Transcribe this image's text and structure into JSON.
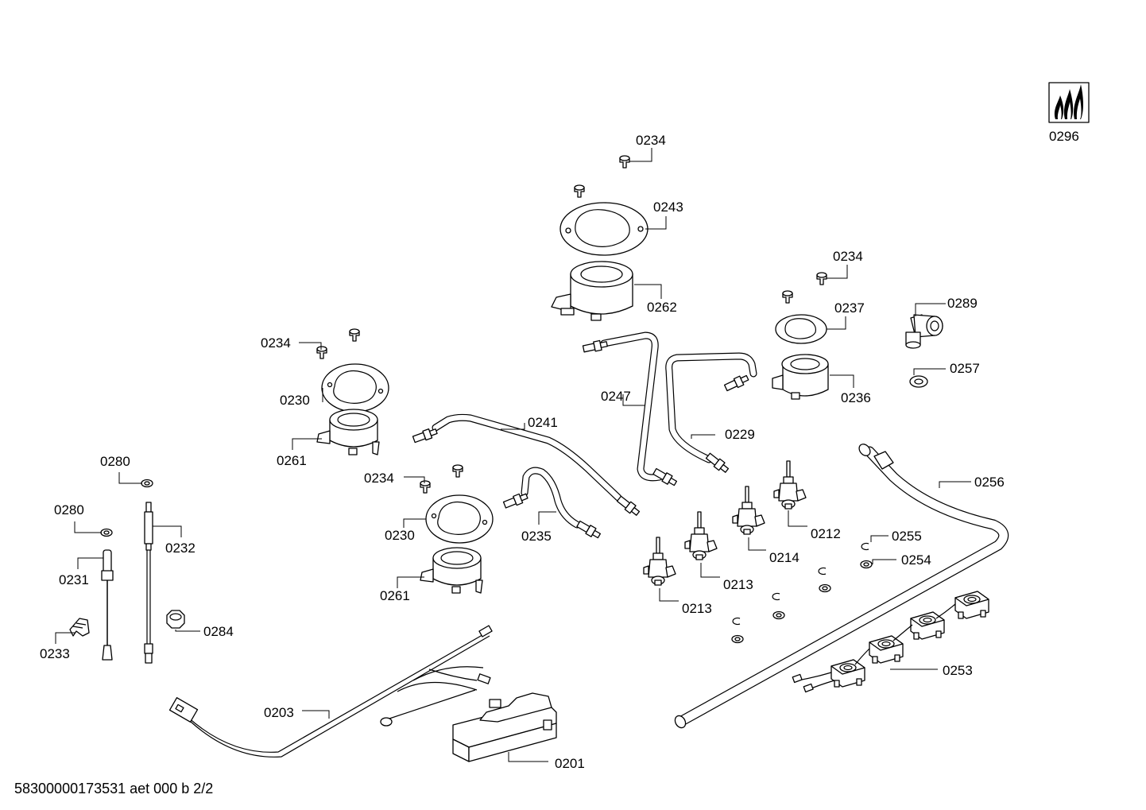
{
  "footer": {
    "document_code": "58300000173531 aet 000 b 2/2"
  },
  "logo": {
    "number": "0296",
    "icon": "gas-flame-icon"
  },
  "labels": {
    "p0234a": "0234",
    "p0243": "0243",
    "p0262": "0262",
    "p0234b": "0234",
    "p0237": "0237",
    "p0289": "0289",
    "p0257": "0257",
    "p0236": "0236",
    "p0234c": "0234",
    "p0230a": "0230",
    "p0261a": "0261",
    "p0247": "0247",
    "p0241": "0241",
    "p0229": "0229",
    "p0256": "0256",
    "p0280a": "0280",
    "p0280b": "0280",
    "p0232": "0232",
    "p0231": "0231",
    "p0234d": "0234",
    "p0230b": "0230",
    "p0235": "0235",
    "p0261b": "0261",
    "p0212": "0212",
    "p0214": "0214",
    "p0213a": "0213",
    "p0213b": "0213",
    "p0255": "0255",
    "p0254": "0254",
    "p0284": "0284",
    "p0233": "0233",
    "p0253": "0253",
    "p0203": "0203",
    "p0201": "0201"
  }
}
